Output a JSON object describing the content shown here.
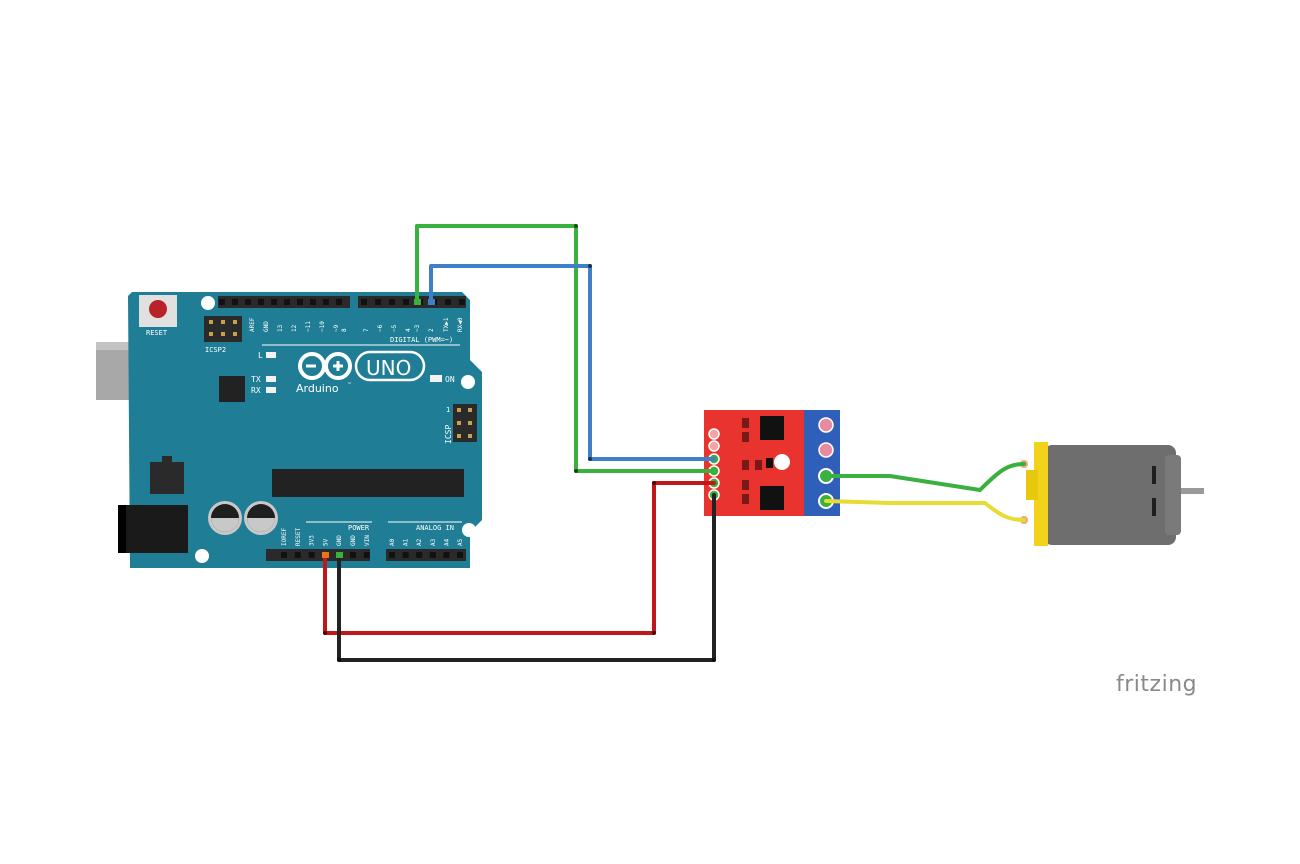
{
  "arduino": {
    "reset_label": "RESET",
    "icsp2_label": "ICSP2",
    "icsp_label": "ICSP",
    "icsp_pin1": "1",
    "logo_text": "Arduino",
    "logo_tm": "™",
    "uno_text": "UNO",
    "led_l": "L",
    "led_tx": "TX",
    "led_rx": "RX",
    "on_label": "ON",
    "digital_label": "DIGITAL (PWM=~)",
    "power_label": "POWER",
    "analog_label": "ANALOG IN",
    "digital_pins": [
      "AREF",
      "GND",
      "13",
      "12",
      "~11",
      "~10",
      "~9",
      "8",
      "7",
      "~6",
      "~5",
      "4",
      "~3",
      "2",
      "TX▶1",
      "RX◀0"
    ],
    "power_pins": [
      "IOREF",
      "RESET",
      "3V3",
      "5V",
      "GND",
      "GND",
      "VIN"
    ],
    "analog_pins": [
      "A0",
      "A1",
      "A2",
      "A3",
      "A4",
      "A5"
    ]
  },
  "wires": [
    {
      "from": "arduino-pin-3",
      "to": "driver-in-b",
      "color": "#3ab03e"
    },
    {
      "from": "arduino-pin-2",
      "to": "driver-in-a",
      "color": "#3f7ec9"
    },
    {
      "from": "arduino-5v",
      "to": "driver-vcc",
      "color": "#c01818"
    },
    {
      "from": "arduino-gnd",
      "to": "driver-gnd",
      "color": "#222222"
    },
    {
      "from": "driver-out-1",
      "to": "motor-terminal-1",
      "color": "#3ab03e"
    },
    {
      "from": "driver-out-2",
      "to": "motor-terminal-2",
      "color": "#e6dc33"
    }
  ],
  "colors": {
    "board": "#1f7e96",
    "board_edge": "#176577",
    "driver": "#e8332e",
    "terminal": "#2f5fb8",
    "motor_body": "#6e6e6e",
    "motor_cap": "#f2d21a"
  },
  "branding": "fritzing"
}
